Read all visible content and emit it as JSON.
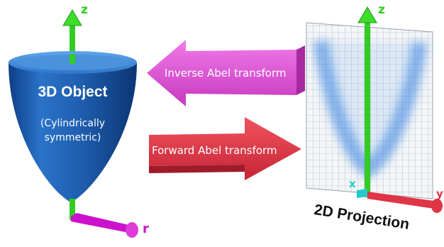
{
  "object": {
    "title": "3D Object",
    "note_line1": "(Cylindrically",
    "note_line2": "symmetric)"
  },
  "arrows": {
    "inverse": "Inverse Abel transform",
    "forward": "Forward Abel transform"
  },
  "projection": {
    "label": "2D Projection"
  },
  "axes": {
    "z_left": "z",
    "r": "r",
    "z_right": "z",
    "x": "x",
    "y": "y"
  },
  "colors": {
    "object": "#1f5fb0",
    "inverse_arrow": "#e255d9",
    "forward_arrow": "#e03447",
    "z_axis": "#33cc22",
    "r_axis": "#cc11cc",
    "x_axis": "#22cccc",
    "y_axis": "#e03447"
  }
}
